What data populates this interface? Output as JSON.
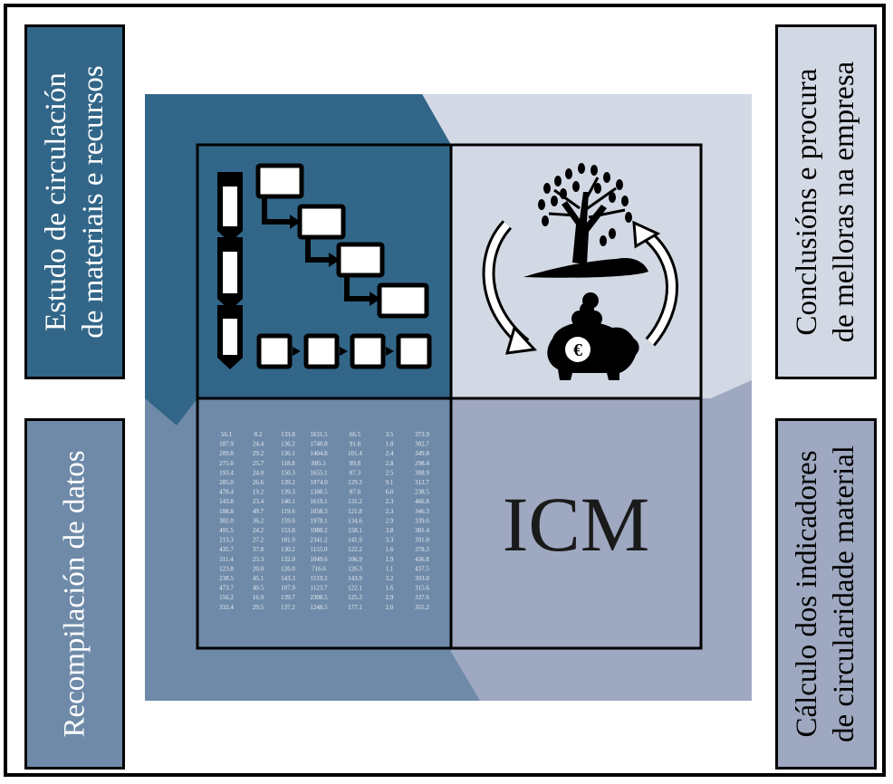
{
  "colors": {
    "dark_blue": "#326688",
    "slate_blue": "#6e8aa8",
    "light_lavender": "#d3d9e4",
    "mid_lavender": "#9ea8c0",
    "white": "#ffffff",
    "black": "#000000"
  },
  "boxes": {
    "top_left": {
      "line1": "Estudo de circulación",
      "line2": "de materiais e recursos"
    },
    "bottom_left": {
      "line1": "Recompilación de datos"
    },
    "top_right": {
      "line1": "Conclusións e procura",
      "line2": "de melloras na empresa"
    },
    "bottom_right": {
      "line1": "Cálculo dos indicadores",
      "line2": "de circularidade material"
    }
  },
  "quadrants": {
    "top_left": {
      "icon": "flowchart-icon"
    },
    "top_right": {
      "icon": "tree-and-piggy-bank-cycle-icon"
    },
    "bottom_left": {
      "icon": "data-table",
      "table_rows": [
        [
          "56.1",
          "8.2",
          "133.8",
          "1631.5",
          "66.5",
          "3.5",
          "373.9"
        ],
        [
          "187.9",
          "24.4",
          "136.2",
          "1740.8",
          "91.0",
          "1.8",
          "302.7"
        ],
        [
          "209.8",
          "29.2",
          "136.1",
          "1404.8",
          "101.4",
          "2.4",
          "349.8"
        ],
        [
          "275.0",
          "25.7",
          "118.8",
          "885.1",
          "89.8",
          "2.8",
          "298.4"
        ],
        [
          "193.4",
          "24.0",
          "150.3",
          "1655.1",
          "87.3",
          "2.5",
          "308.9"
        ],
        [
          "285.0",
          "26.6",
          "139.2",
          "1974.0",
          "129.3",
          "9.1",
          "312.7"
        ],
        [
          "478.4",
          "19.2",
          "139.3",
          "1388.5",
          "87.6",
          "6.0",
          "238.5"
        ],
        [
          "143.8",
          "23.4",
          "140.1",
          "1619.1",
          "131.2",
          "2.3",
          "466.8"
        ],
        [
          "108.8",
          "49.7",
          "119.6",
          "1058.3",
          "121.8",
          "2.3",
          "346.3"
        ],
        [
          "302.0",
          "36.2",
          "159.6",
          "1978.1",
          "134.6",
          "2.9",
          "339.6"
        ],
        [
          "491.5",
          "24.2",
          "153.8",
          "1980.2",
          "158.1",
          "3.8",
          "381.4"
        ],
        [
          "213.3",
          "27.2",
          "181.9",
          "2341.2",
          "141.9",
          "3.3",
          "391.0"
        ],
        [
          "435.7",
          "37.8",
          "130.2",
          "1155.0",
          "122.2",
          "1.6",
          "378.3"
        ],
        [
          "311.4",
          "23.3",
          "132.0",
          "1049.6",
          "106.9",
          "1.9",
          "436.8"
        ],
        [
          "123.8",
          "20.0",
          "126.0",
          "716.6",
          "126.3",
          "1.1",
          "437.5"
        ],
        [
          "238.5",
          "45.1",
          "143.3",
          "1519.2",
          "143.9",
          "3.2",
          "303.0"
        ],
        [
          "473.7",
          "40.5",
          "107.9",
          "1123.7",
          "122.1",
          "1.6",
          "315.6"
        ],
        [
          "156.2",
          "16.9",
          "139.7",
          "2308.5",
          "125.3",
          "2.9",
          "337.6"
        ],
        [
          "332.4",
          "29.5",
          "137.2",
          "1248.5",
          "177.1",
          "2.0",
          "355.2"
        ]
      ]
    },
    "bottom_right": {
      "label": "ICM"
    }
  },
  "currency_symbol": "€"
}
